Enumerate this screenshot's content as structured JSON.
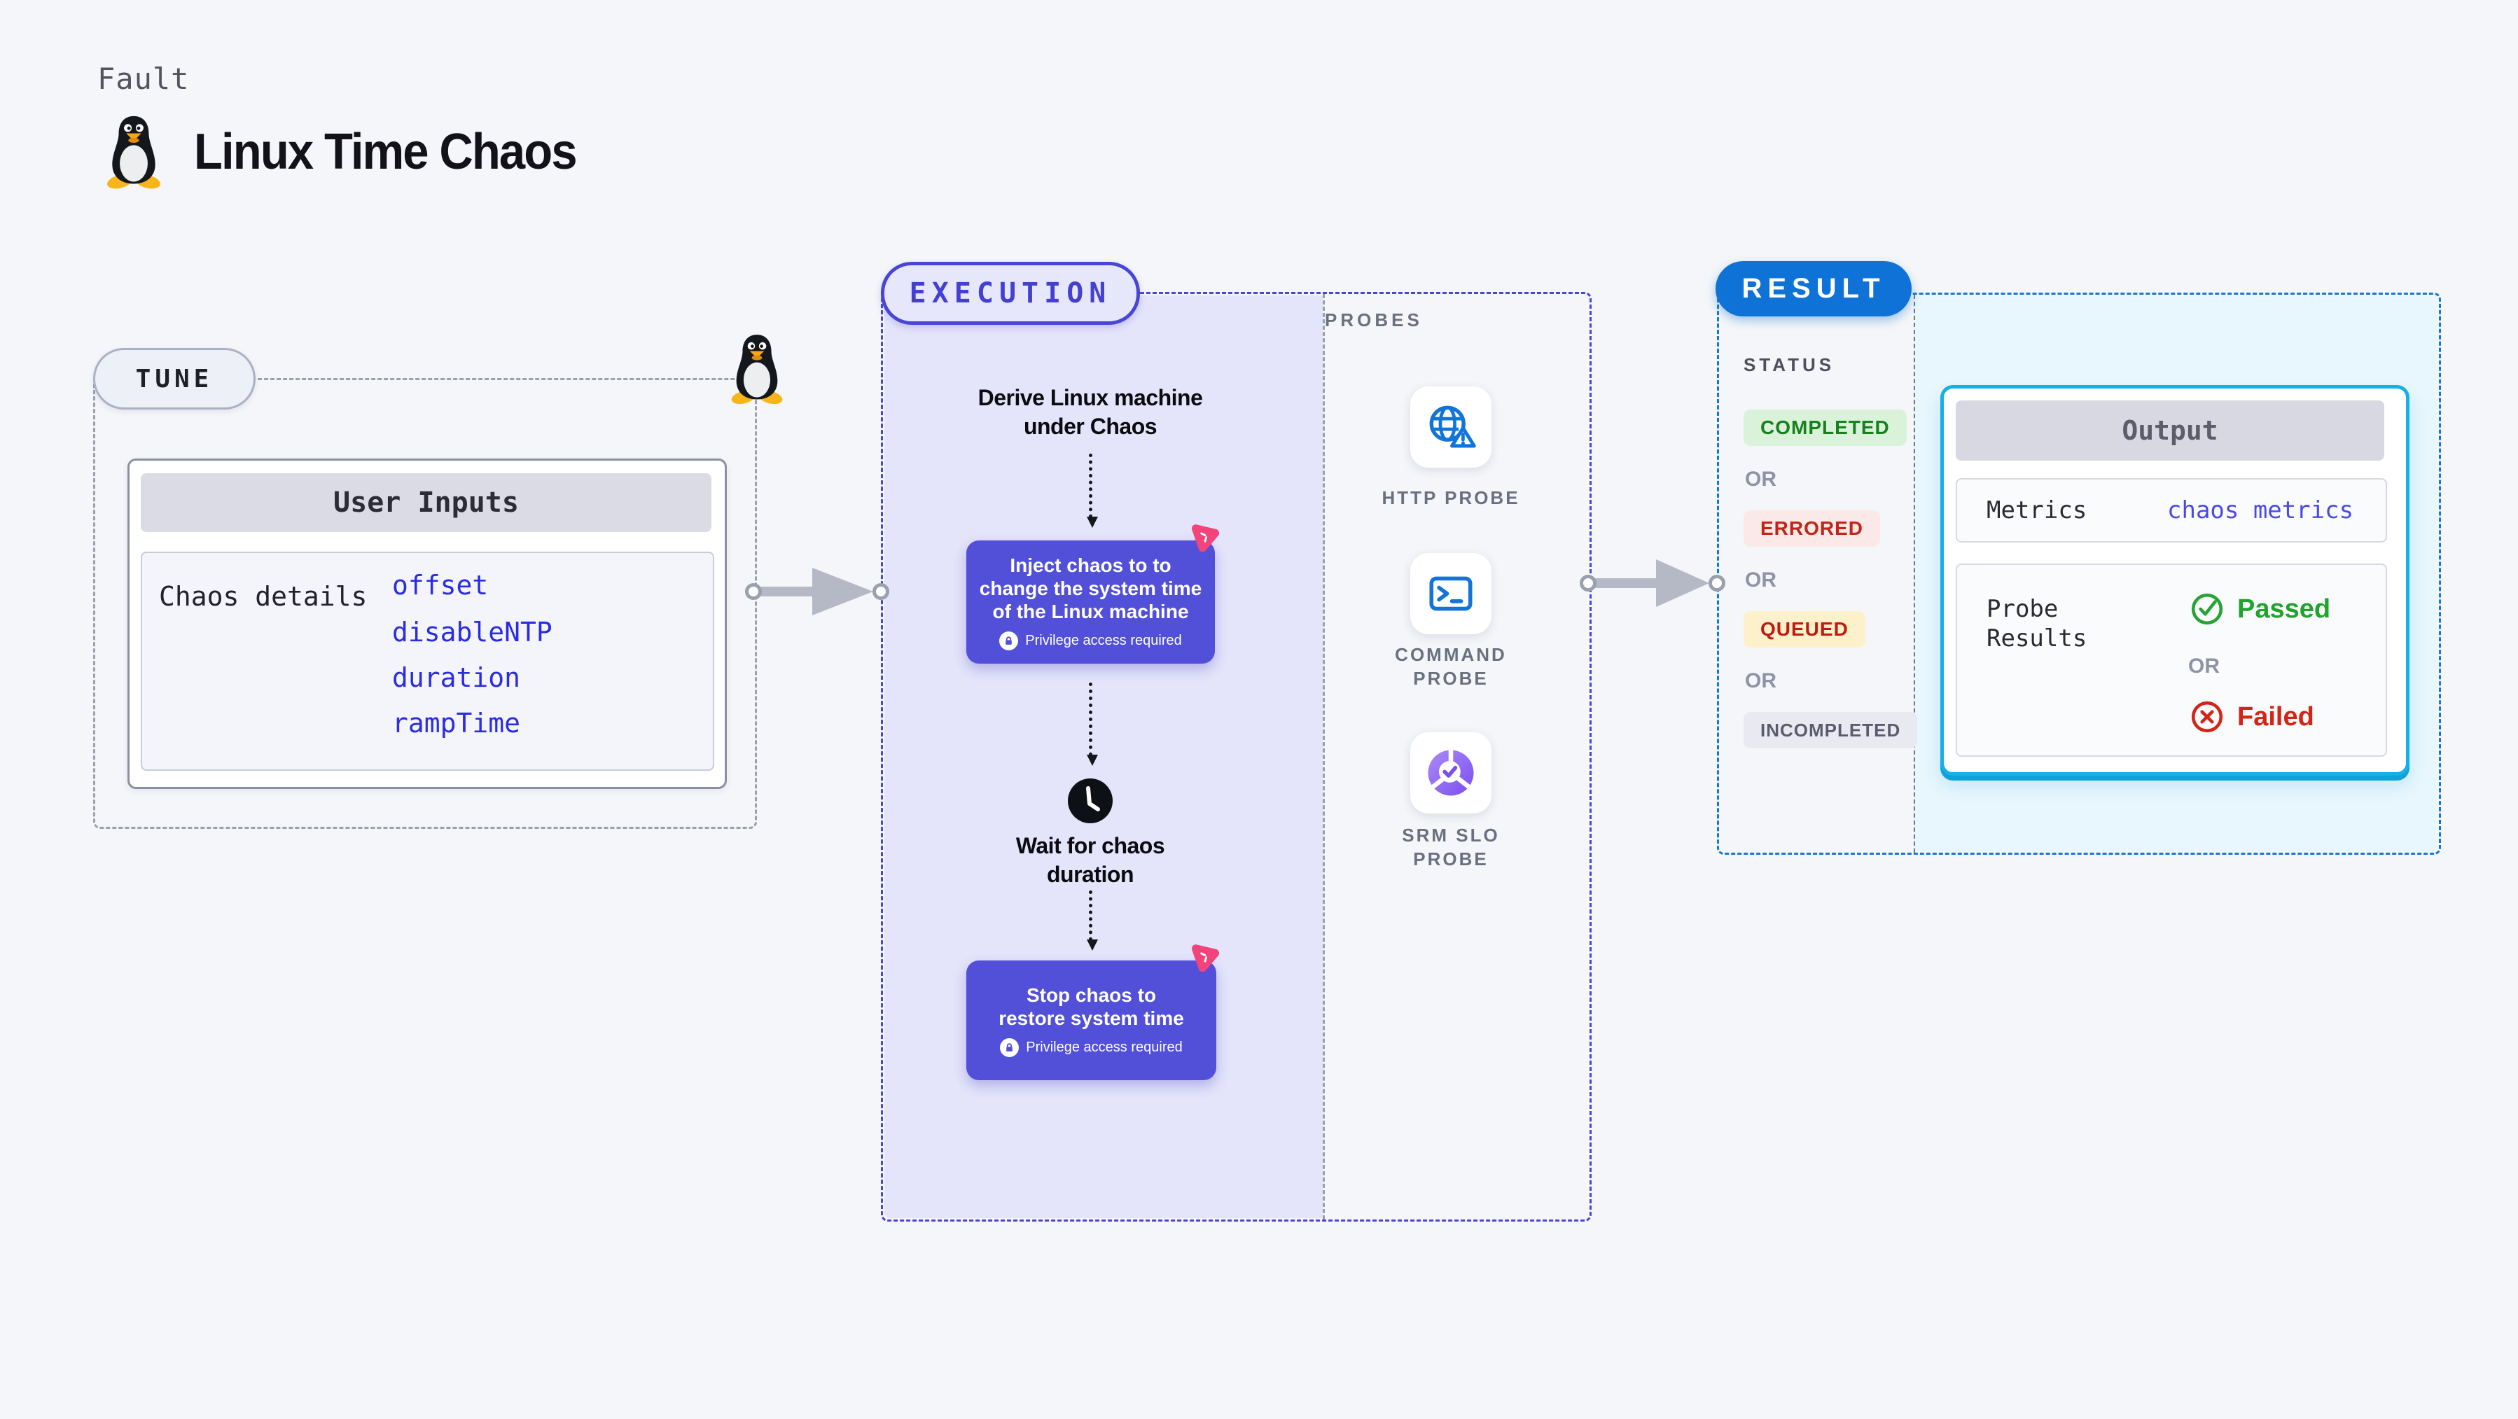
{
  "header": {
    "eyebrow": "Fault",
    "title": "Linux Time Chaos",
    "title_icon": "tux-penguin-icon"
  },
  "tune": {
    "badge": "TUNE",
    "user_inputs": {
      "title": "User Inputs",
      "row_label": "Chaos details",
      "params": [
        "offset",
        "disableNTP",
        "duration",
        "rampTime"
      ]
    }
  },
  "execution": {
    "badge": "EXECUTION",
    "derive_text": "Derive Linux machine under Chaos",
    "inject": {
      "text": "Inject chaos to to change the system time of the Linux machine",
      "privilege": "Privilege access required"
    },
    "wait_text": "Wait for chaos duration",
    "stop": {
      "text": "Stop chaos to restore system time",
      "privilege": "Privilege access required"
    }
  },
  "probes": {
    "title": "PROBES",
    "items": [
      {
        "label": "HTTP PROBE",
        "icon": "globe-alert-icon"
      },
      {
        "label": "COMMAND PROBE",
        "icon": "terminal-icon"
      },
      {
        "label": "SRM SLO PROBE",
        "icon": "slo-donut-icon"
      }
    ]
  },
  "result": {
    "badge": "RESULT",
    "status": {
      "title": "STATUS",
      "separator": "OR",
      "options": [
        "COMPLETED",
        "ERRORED",
        "QUEUED",
        "INCOMPLETED"
      ]
    },
    "output": {
      "title": "Output",
      "metrics_label": "Metrics",
      "metrics_value": "chaos metrics",
      "probe_results_label": "Probe Results",
      "passed": "Passed",
      "separator": "OR",
      "failed": "Failed"
    }
  },
  "colors": {
    "page_bg": "#f4f6f9",
    "indigo_accent": "#4946d6",
    "indigo_fill": "#5250d8",
    "lavender_bg": "#e4e4fa",
    "pink_accent": "#f3437b",
    "blue_accent": "#0e72d6",
    "cyan_border": "#14b0e6",
    "cyan_bg": "#e8f6fd",
    "link_blue": "#2b2be4",
    "success_green": "#17821d",
    "error_red": "#c0251a",
    "queued_yellow_bg": "#fdf1cc",
    "gray_dash": "#9aa0ac"
  }
}
